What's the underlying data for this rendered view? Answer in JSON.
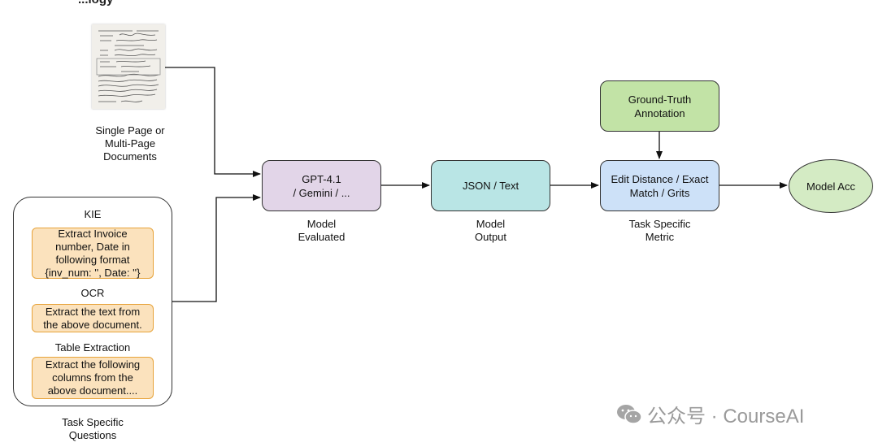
{
  "header": {
    "partial_title": "...logy"
  },
  "inputs": {
    "documents_caption": "Single Page or\nMulti-Page\nDocuments",
    "questions_caption": "Task Specific\nQuestions",
    "sections": [
      {
        "title": "KIE",
        "prompt": "Extract Invoice\nnumber, Date in\nfollowing format\n{inv_num: '', Date: ''}"
      },
      {
        "title": "OCR",
        "prompt": "Extract the text from\nthe above document."
      },
      {
        "title": "Table Extraction",
        "prompt": "Extract the following\ncolumns from the\nabove document...."
      }
    ]
  },
  "nodes": {
    "model": {
      "label": "GPT-4.1\n/ Gemini / ...",
      "caption": "Model\nEvaluated",
      "color": "#e2d5e8"
    },
    "output": {
      "label": "JSON / Text",
      "caption": "Model\nOutput",
      "color": "#b9e5e5"
    },
    "metric": {
      "label": "Edit Distance / Exact\nMatch / Grits",
      "caption": "Task Specific\nMetric",
      "color": "#cde1f8"
    },
    "ground_truth": {
      "label": "Ground-Truth\nAnnotation",
      "color": "#c2e3a6"
    },
    "accuracy": {
      "label": "Model Acc",
      "color": "#d4ebc4"
    }
  },
  "prompt_box": {
    "fill": "#fbe2bd",
    "border": "#e7a33a"
  },
  "watermark": {
    "text": "公众号 · CourseAI",
    "icon": "wechat-icon"
  }
}
